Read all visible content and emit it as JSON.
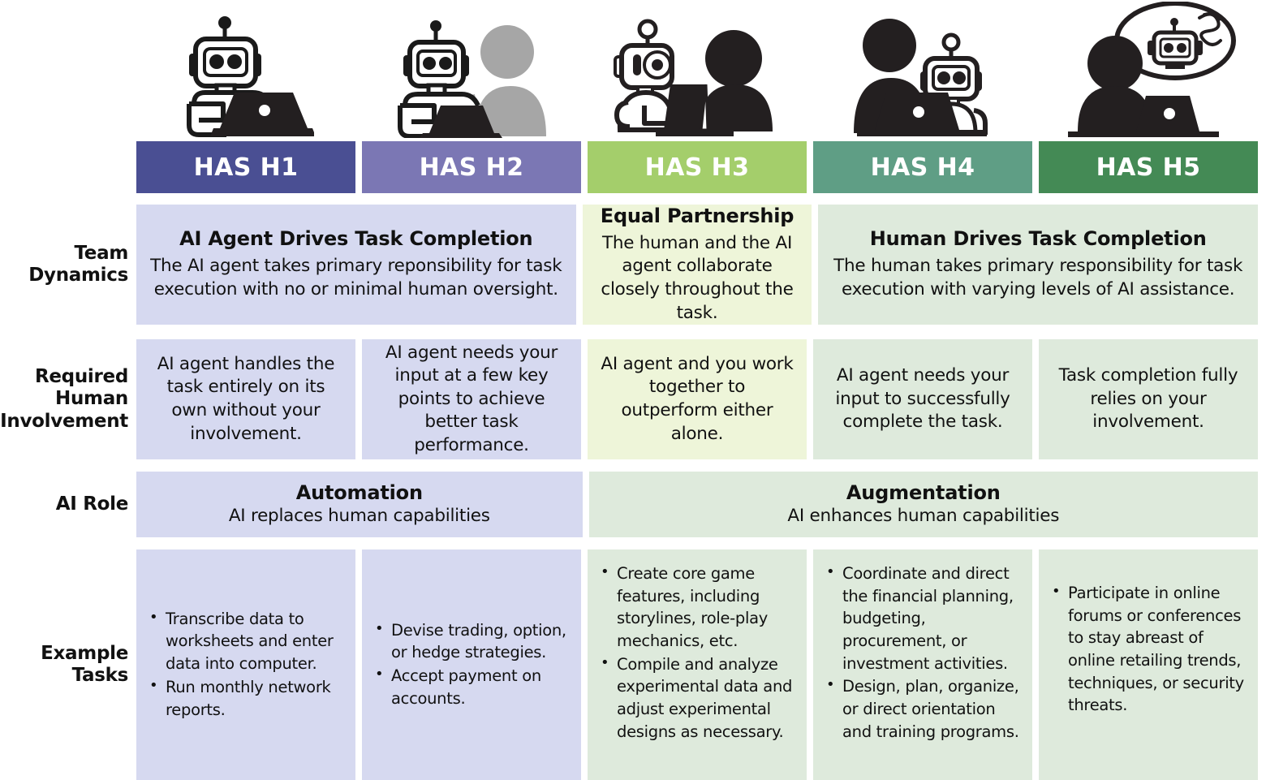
{
  "levels": [
    {
      "id": "h1",
      "label": "HAS H1",
      "header_color": "#4A4F93",
      "body_color": "#D6D9F0",
      "icon": "robot-at-laptop-icon"
    },
    {
      "id": "h2",
      "label": "HAS H2",
      "header_color": "#7B77B4",
      "body_color": "#D6D9F0",
      "icon": "robot-at-laptop-with-human-behind-icon"
    },
    {
      "id": "h3",
      "label": "HAS H3",
      "header_color": "#A4CE6B",
      "body_color": "#EEF5D9",
      "icon": "robot-and-human-facing-laptop-icon"
    },
    {
      "id": "h4",
      "label": "HAS H4",
      "header_color": "#5F9E85",
      "body_color": "#DEEADC",
      "icon": "human-at-laptop-with-robot-icon"
    },
    {
      "id": "h5",
      "label": "HAS H5",
      "header_color": "#448A55",
      "body_color": "#DEEADC",
      "icon": "human-at-laptop-thinking-of-robot-icon"
    }
  ],
  "rows": {
    "team_dynamics": {
      "label_line1": "Team",
      "label_line2": "Dynamics",
      "groups": [
        {
          "title": "AI Agent Drives Task Completion",
          "desc": "The AI agent takes primary reponsibility for task execution with no or minimal human oversight.",
          "color": "#D6D9F0"
        },
        {
          "title": "Equal Partnership",
          "desc": "The human and the AI agent collaborate closely throughout the task.",
          "color": "#EEF5D9"
        },
        {
          "title": "Human Drives Task Completion",
          "desc": "The human takes primary responsibility for task execution with varying levels of AI assistance.",
          "color": "#DEEADC"
        }
      ]
    },
    "required_human_involvement": {
      "label_line1": "Required",
      "label_line2": "Human",
      "label_line3": "Involvement",
      "cells": [
        {
          "text": "AI agent handles the task entirely on its own without your involvement.",
          "color": "#D6D9F0"
        },
        {
          "text": "AI agent needs your input at a few key points to achieve better task performance.",
          "color": "#D6D9F0"
        },
        {
          "text": "AI agent and you work together to outperform either alone.",
          "color": "#EEF5D9"
        },
        {
          "text": "AI agent needs your input to successfully complete the task.",
          "color": "#DEEADC"
        },
        {
          "text": "Task completion fully relies on your involvement.",
          "color": "#DEEADC"
        }
      ]
    },
    "ai_role": {
      "label": "AI Role",
      "groups": [
        {
          "title": "Automation",
          "sub": "AI replaces human capabilities",
          "color": "#D6D9F0"
        },
        {
          "title": "Augmentation",
          "sub": "AI enhances human capabilities",
          "color": "#DEEADC"
        }
      ]
    },
    "example_tasks": {
      "label_line1": "Example",
      "label_line2": "Tasks",
      "cells": [
        {
          "color": "#D6D9F0",
          "items": [
            "Transcribe data to worksheets and enter data into computer.",
            "Run monthly network reports."
          ]
        },
        {
          "color": "#D6D9F0",
          "items": [
            "Devise trading, option, or hedge strategies.",
            "Accept payment on accounts."
          ]
        },
        {
          "color": "#DEEADC",
          "items": [
            "Create core game features, including storylines, role-play mechanics, etc.",
            "Compile and analyze experimental data and adjust experimental designs as necessary."
          ]
        },
        {
          "color": "#DEEADC",
          "items": [
            "Coordinate and direct the financial planning, budgeting, procurement, or investment activities.",
            "Design, plan, organize, or direct orientation and training programs."
          ]
        },
        {
          "color": "#DEEADC",
          "items": [
            "Participate in online forums or conferences to stay abreast of online retailing trends, techniques, or security threats."
          ]
        }
      ]
    }
  }
}
